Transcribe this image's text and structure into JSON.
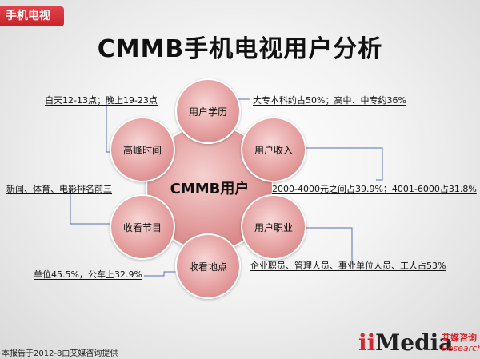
{
  "header": {
    "tag": "手机电视"
  },
  "title": "CMMB手机电视用户分析",
  "diagram": {
    "center": "CMMB用户",
    "nodes": {
      "education": "用户学历",
      "income": "用户收入",
      "occupation": "用户职业",
      "location": "收看地点",
      "program": "收看节目",
      "peak": "高峰时间"
    },
    "notes": {
      "education": "大专本科约占50%；高中、中专约36%",
      "income": "2000-4000元之间占39.9%；4001-6000占31.8%",
      "occupation": "企业职员、管理人员、事业单位人员、工人占53%",
      "location": "单位45.5%，公车上32.9%",
      "program": "新闻、体育、电影排名前三",
      "peak": "白天12-13点；晚上19-23点"
    }
  },
  "footer": {
    "source": "本报告于2012-8由艾媒咨询提供"
  },
  "logo": {
    "main": "Media",
    "cn": "艾媒咨询",
    "en": "Research",
    "accent_color": "#d6262d"
  }
}
